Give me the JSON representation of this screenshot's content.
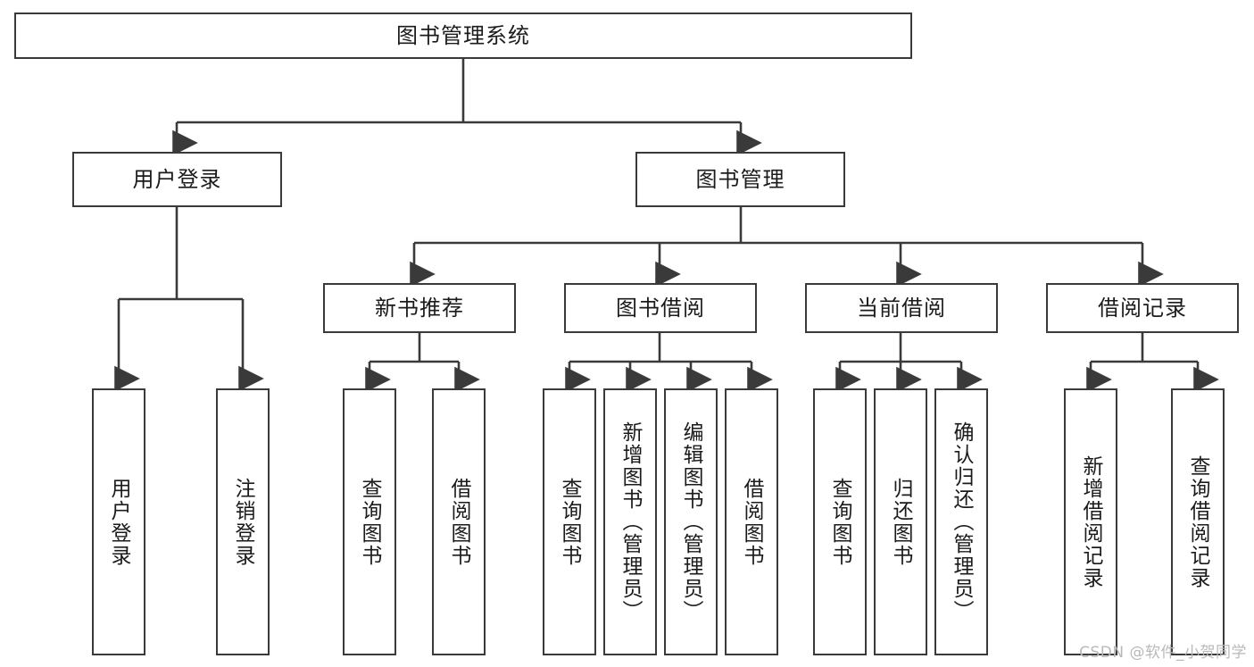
{
  "diagram": {
    "title": "图书管理系统",
    "type": "tree-hierarchy",
    "watermark": "CSDN @软件_小贺同学",
    "colors": {
      "stroke": "#3a3a3a",
      "background": "#ffffff",
      "text": "#1b1b1b",
      "watermark": "#b9b9b9"
    }
  },
  "nodes": {
    "root": {
      "label": "图书管理系统"
    },
    "level2": [
      {
        "id": "user-login",
        "label": "用户登录"
      },
      {
        "id": "book-manage",
        "label": "图书管理"
      }
    ],
    "level3": [
      {
        "id": "new-book-recommend",
        "label": "新书推荐"
      },
      {
        "id": "book-borrow",
        "label": "图书借阅"
      },
      {
        "id": "current-borrow",
        "label": "当前借阅"
      },
      {
        "id": "borrow-record",
        "label": "借阅记录"
      }
    ],
    "leaves": {
      "user_login": [
        {
          "id": "leaf-user-login",
          "label": "用户登录"
        },
        {
          "id": "leaf-logout-login",
          "label": "注销登录"
        }
      ],
      "new_book_recommend": [
        {
          "id": "leaf-query-book-1",
          "label": "查询图书"
        },
        {
          "id": "leaf-borrow-book-1",
          "label": "借阅图书"
        }
      ],
      "book_borrow": [
        {
          "id": "leaf-query-book-2",
          "label": "查询图书"
        },
        {
          "id": "leaf-add-book",
          "label": "新增图书（管理员）"
        },
        {
          "id": "leaf-edit-book",
          "label": "编辑图书（管理员）"
        },
        {
          "id": "leaf-borrow-book-2",
          "label": "借阅图书"
        }
      ],
      "current_borrow": [
        {
          "id": "leaf-query-book-3",
          "label": "查询图书"
        },
        {
          "id": "leaf-return-book",
          "label": "归还图书"
        },
        {
          "id": "leaf-confirm-return",
          "label": "确认归还（管理员）"
        }
      ],
      "borrow_record": [
        {
          "id": "leaf-add-record",
          "label": "新增借阅记录"
        },
        {
          "id": "leaf-query-record",
          "label": "查询借阅记录"
        }
      ]
    }
  }
}
